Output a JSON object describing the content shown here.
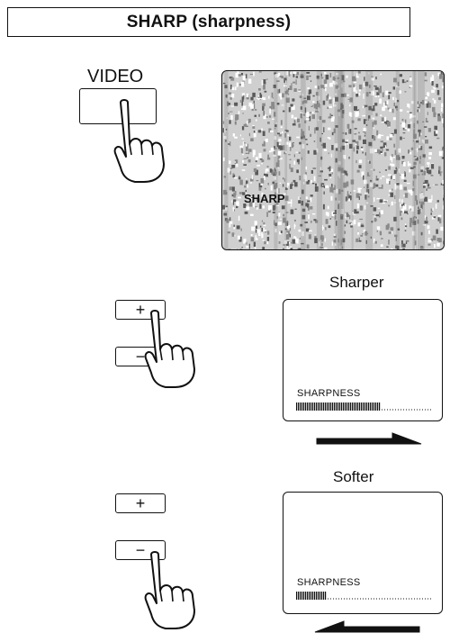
{
  "title": "SHARP (sharpness)",
  "video_button_label": "VIDEO",
  "noisy_screen_text": "SHARP",
  "plus_symbol": "+",
  "minus_symbol": "−",
  "sharper_section": {
    "caption": "Sharper",
    "osd_label": "SHARPNESS",
    "level": 0.62,
    "arrow_direction": "right"
  },
  "softer_section": {
    "caption": "Softer",
    "osd_label": "SHARPNESS",
    "level": 0.22,
    "arrow_direction": "left"
  }
}
